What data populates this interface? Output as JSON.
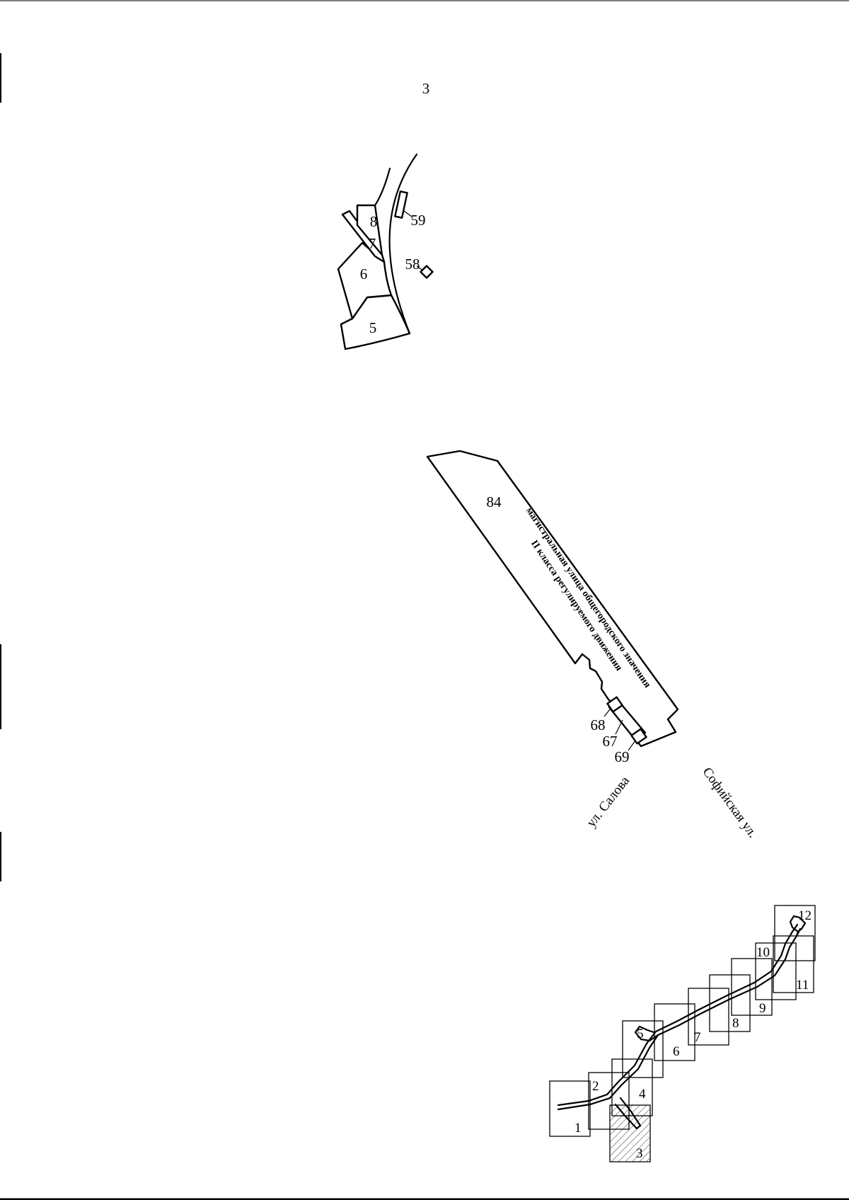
{
  "page": {
    "number": "3"
  },
  "parcels": {
    "p5": "5",
    "p6": "6",
    "p7": "7",
    "p8": "8",
    "p58": "58",
    "p59": "59",
    "p84": "84",
    "p67": "67",
    "p68": "68",
    "p69": "69"
  },
  "road_note": {
    "line1": "магистральная улица общегородского значения",
    "line2": "II класса регулируемого движения"
  },
  "streets": {
    "salova": "ул. Салова",
    "sofiyskaya": "Софийская ул."
  },
  "index_map": {
    "sheets": [
      "1",
      "2",
      "3",
      "4",
      "5",
      "6",
      "7",
      "8",
      "9",
      "10",
      "11",
      "12"
    ],
    "current_sheet": "3"
  }
}
